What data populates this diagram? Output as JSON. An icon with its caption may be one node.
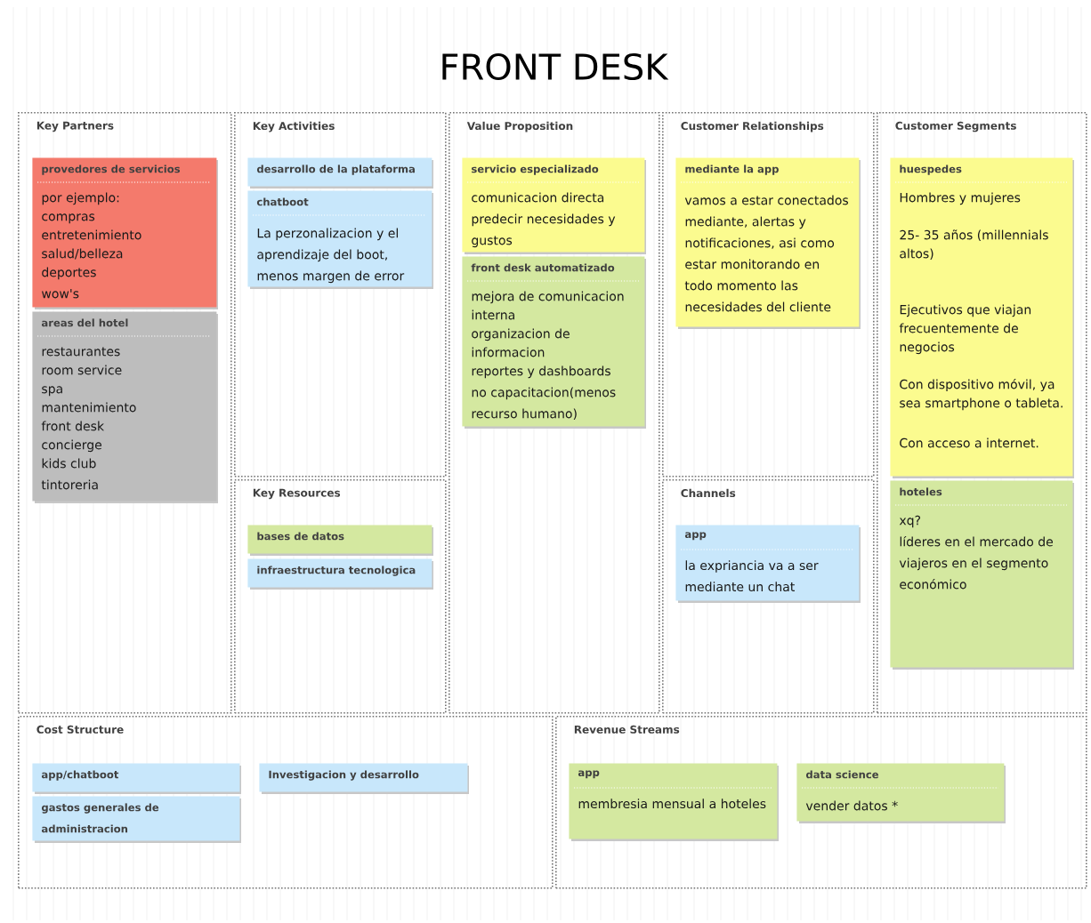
{
  "diagram": {
    "title": "FRONT DESK",
    "nodes": [
      {
        "text": [
          "Key Partners"
        ]
      },
      {
        "text": [
          "Key Activities"
        ]
      },
      {
        "text": [
          "Value Proposition"
        ]
      },
      {
        "text": [
          "Customer Relationships"
        ]
      },
      {
        "text": [
          "Customer Segments"
        ]
      },
      {
        "text": [
          "Key Resources"
        ]
      },
      {
        "text": [
          "Channels"
        ]
      },
      {
        "text": [
          "Cost Structure"
        ]
      },
      {
        "text": [
          "Revenue Streams"
        ]
      },
      {
        "text": [
          "provedores de servicios",
          "por ejemplo:",
          "compras",
          "entretenimiento",
          "salud/belleza",
          "deportes",
          "wow's"
        ],
        "in": 0
      },
      {
        "text": [
          "areas del hotel",
          "restaurantes",
          "room service",
          "spa",
          "mantenimiento",
          "front desk",
          "concierge",
          "kids club",
          "tintoreria"
        ],
        "in": 0
      },
      {
        "text": [
          "desarrollo de la plataforma"
        ],
        "in": 1
      },
      {
        "text": [
          "chatboot",
          "La perzonalizacion y el aprendizaje del boot, menos margen de error"
        ],
        "in": 1
      },
      {
        "text": [
          "servicio especializado",
          "comunicacion directa",
          "predecir necesidades y gustos"
        ],
        "in": 2
      },
      {
        "text": [
          "front desk automatizado",
          "mejora de comunicacion interna",
          "organizacion de informacion",
          "reportes y dashboards",
          "no capacitacion(menos recurso humano)"
        ],
        "in": 2
      },
      {
        "text": [
          "mediante la app",
          "vamos a estar conectados mediante, alertas y notificaciones, asi como estar monitorando en todo momento las necesidades del cliente"
        ],
        "in": 3
      },
      {
        "text": [
          "huespedes",
          "Hombres y mujeres",
          "25- 35 años (millennials altos)",
          "Ejecutivos que viajan frecuentemente de negocios",
          "Con dispositivo móvil, ya sea smartphone o tableta.",
          "Con acceso a internet."
        ],
        "in": 4
      },
      {
        "text": [
          "hoteles",
          "xq?",
          "líderes en el mercado de viajeros en el segmento económico"
        ],
        "in": 4
      },
      {
        "text": [
          "bases de datos"
        ],
        "in": 5
      },
      {
        "text": [
          "infraestructura tecnologica"
        ],
        "in": 5
      },
      {
        "text": [
          "app",
          "la expriancia va a ser mediante un chat"
        ],
        "in": 6
      },
      {
        "text": [
          "app/chatboot"
        ],
        "in": 7
      },
      {
        "text": [
          "gastos generales de administracion"
        ],
        "in": 7
      },
      {
        "text": [
          "Investigacion y desarrollo"
        ],
        "in": 7
      },
      {
        "text": [
          "app",
          "membresia mensual a hoteles"
        ],
        "in": 8
      },
      {
        "text": [
          "data science",
          "vender datos *"
        ],
        "in": 8
      }
    ]
  }
}
